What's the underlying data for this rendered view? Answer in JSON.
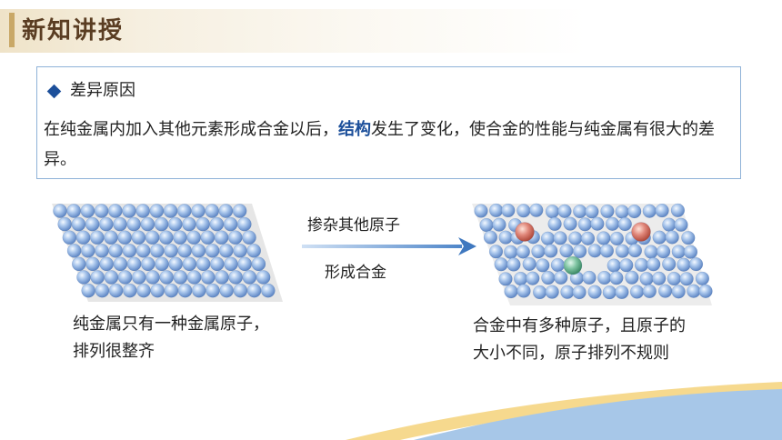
{
  "header": {
    "title": "新知讲授"
  },
  "section": {
    "heading": "差异原因",
    "text_before": "在纯金属内加入其他元素形成合金以后，",
    "text_highlight": "结构",
    "text_after": "发生了变化，使合金的性能与纯金属有很大的差异。"
  },
  "diagram": {
    "arrow_label_top": "掺杂其他原子",
    "arrow_label_bottom": "形成合金",
    "left_caption_line1": "纯金属只有一种金属原子，",
    "left_caption_line2": "排列很整齐",
    "right_caption_line1": "合金中有多种原子，且原子的",
    "right_caption_line2": "大小不同，原子排列不规则"
  },
  "colors": {
    "accent_gold": "#c9a867",
    "title_brown": "#5a3d22",
    "highlight_blue": "#1c4f9a",
    "box_border": "#8fb2d8",
    "atom_blue": "#8fb3e2",
    "atom_red": "#d96d5e",
    "atom_green": "#5fae8a",
    "wave_blue": "#a7c7e8",
    "wave_yellow": "#f4d27a"
  },
  "icons": {
    "bullet": "diamond-bullet-icon",
    "arrow": "right-arrow-icon"
  }
}
